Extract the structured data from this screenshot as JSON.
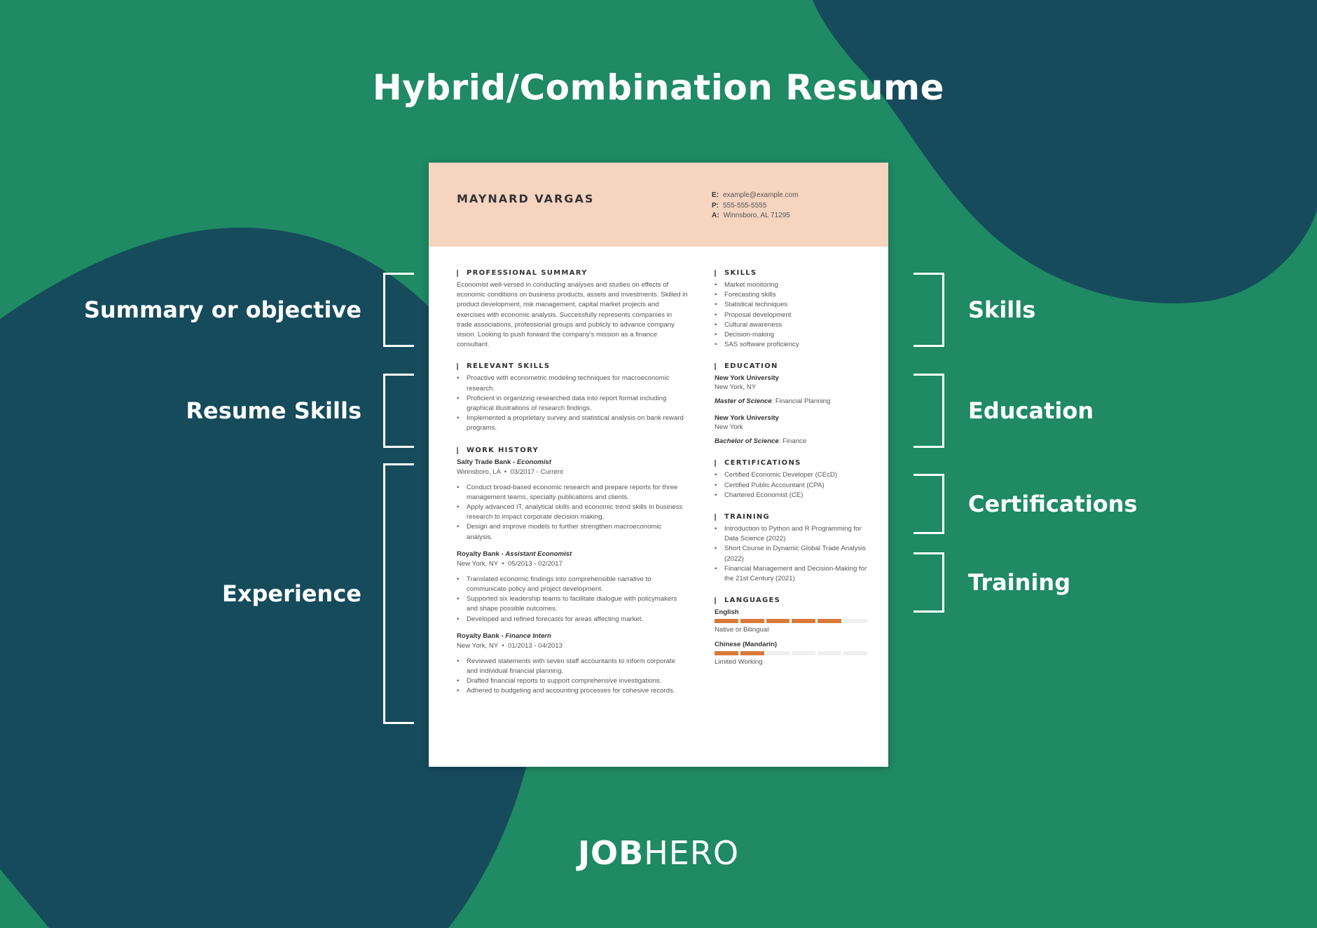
{
  "title": "Hybrid/Combination Resume",
  "labels_left": [
    "Summary or objective",
    "Resume Skills",
    "Experience"
  ],
  "labels_right": [
    "Skills",
    "Education",
    "Certifications",
    "Training"
  ],
  "logo": {
    "bold": "JOB",
    "light": "HERO"
  },
  "colors": {
    "background": "#1f8a64",
    "blob": "#164b5c",
    "header": "#f5d4c0",
    "bar": "#d97a3a"
  },
  "resume": {
    "name": "MAYNARD VARGAS",
    "contact": [
      {
        "key": "E:",
        "value": "example@example.com"
      },
      {
        "key": "P:",
        "value": "555-555-5555"
      },
      {
        "key": "A:",
        "value": "Winnsboro, AL 71295"
      }
    ],
    "summary": {
      "heading": "PROFESSIONAL SUMMARY",
      "text": "Economist well-versed in conducting analyses and studies on effects of economic conditions on business products, assets and investments. Skilled in product development, risk management, capital market projects and exercises with economic analysis. Successfully represents companies in trade associations, professional groups and publicly to advance company vision. Looking to push forward the company's mission as a finance consultant."
    },
    "relevant_skills": {
      "heading": "RELEVANT SKILLS",
      "items": [
        "Proactive with econometric modeling techniques for macroeconomic research.",
        "Proficient in organizing researched data into report format including graphical illustrations of research findings.",
        "Implemented a proprietary survey and statistical analysis on bank reward programs."
      ]
    },
    "work_history": {
      "heading": "WORK HISTORY",
      "jobs": [
        {
          "company": "Salty Trade Bank",
          "title": "Economist",
          "location": "Winnsboro, LA",
          "dates": "03/2017 - Current",
          "items": [
            "Conduct broad-based economic research and prepare reports for three management teams, specialty publications and clients.",
            "Apply advanced IT, analytical skills and economic trend skills in business research to impact corporate decision making.",
            "Design and improve models to further strengthen macroeconomic analysis."
          ]
        },
        {
          "company": "Royalty Bank",
          "title": "Assistant Economist",
          "location": "New York, NY",
          "dates": "05/2013 - 02/2017",
          "items": [
            "Translated economic findings into comprehensible narrative to communicate policy and project development.",
            "Supported six leadership teams to facilitate dialogue with policymakers and shape possible outcomes.",
            "Developed and refined forecasts for areas affecting market."
          ]
        },
        {
          "company": "Royalty Bank",
          "title": "Finance Intern",
          "location": "New York, NY",
          "dates": "01/2013 - 04/2013",
          "items": [
            "Reviewed statements with seven staff accountants to inform corporate and individual financial planning.",
            "Drafted financial reports to support comprehensive investigations.",
            "Adhered to budgeting and accounting processes for cohesive records."
          ]
        }
      ]
    },
    "skills": {
      "heading": "SKILLS",
      "items": [
        "Market monitoring",
        "Forecasting skills",
        "Statistical techniques",
        "Proposal development",
        "Cultural awareness",
        "Decision-making",
        "SAS software proficiency"
      ]
    },
    "education": {
      "heading": "EDUCATION",
      "entries": [
        {
          "school": "New York University",
          "location": "New York, NY",
          "degree": "Master of Science",
          "field": ": Financial Planning"
        },
        {
          "school": "New York University",
          "location": "New York",
          "degree": "Bachelor of Science",
          "field": ": Finance"
        }
      ]
    },
    "certifications": {
      "heading": "CERTIFICATIONS",
      "items": [
        "Certified Economic Developer (CEcD)",
        "Certified Public Accountant (CPA)",
        "Chartered Economist (CE)"
      ]
    },
    "training": {
      "heading": "TRAINING",
      "items": [
        "Introduction to Python and R Programming for Data Science (2022)",
        "Short Course in Dynamic Global Trade Analysis (2022)",
        "Financial Management and Decision-Making for the 21st Century (2021)"
      ]
    },
    "languages": {
      "heading": "LANGUAGES",
      "entries": [
        {
          "name": "English",
          "level_text": "Native or Bilingual",
          "level": 5,
          "max": 6
        },
        {
          "name": "Chinese (Mandarin)",
          "level_text": "Limited Working",
          "level": 2,
          "max": 6
        }
      ]
    }
  }
}
